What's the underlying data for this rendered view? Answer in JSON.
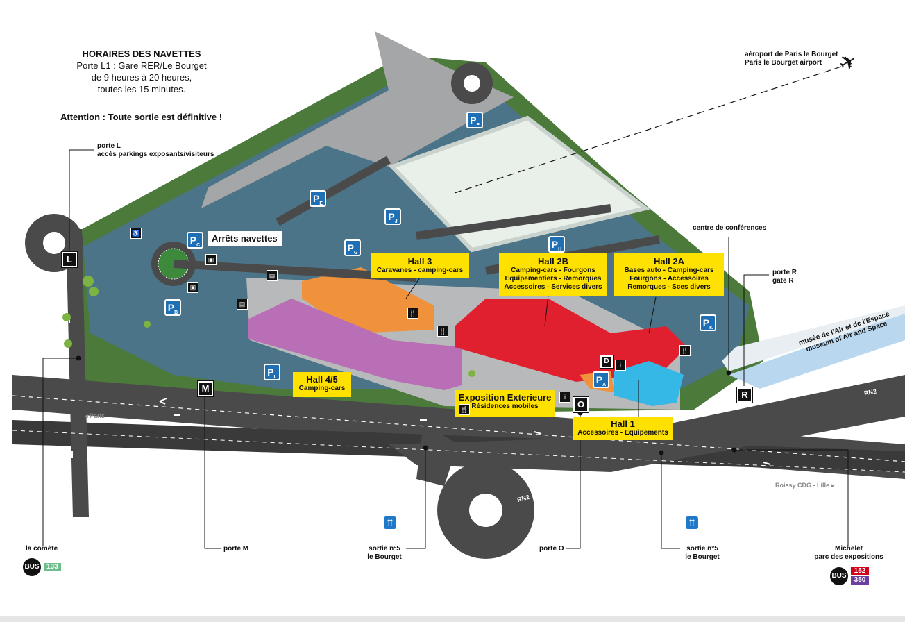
{
  "schedule": {
    "title": "HORAIRES DES NAVETTES",
    "line1": "Porte L1 : Gare RER/Le Bourget",
    "line2": "de 9 heures à 20 heures,",
    "line3": "toutes les 15 minutes."
  },
  "warning": "Attention : Toute sortie est définitive !",
  "airport": {
    "line1": "aéroport de Paris le Bourget",
    "line2": "Paris le Bourget airport",
    "icon": "airplane-icon"
  },
  "porte_l": {
    "line1": "porte L",
    "line2": "accès parkings exposants/visiteurs",
    "badge": "L"
  },
  "shuttle_stop": "Arrêts navettes",
  "conference": "centre de conférences",
  "porte_r": {
    "line1": "porte R",
    "line2": "gate R",
    "badge": "R"
  },
  "museum": {
    "line1": "musée de l'Air et de l'Espace",
    "line2": "museum of Air and Space"
  },
  "halls": {
    "hall3": {
      "title": "Hall 3",
      "sub1": "Caravanes - camping-cars"
    },
    "hall2b": {
      "title": "Hall 2B",
      "sub1": "Camping-cars - Fourgons",
      "sub2": "Equipementiers - Remorques",
      "sub3": "Accessoires - Services divers"
    },
    "hall2a": {
      "title": "Hall 2A",
      "sub1": "Bases auto - Camping-cars",
      "sub2": "Fourgons - Accessoires",
      "sub3": "Remorques - Sces divers"
    },
    "hall45": {
      "title": "Hall 4/5",
      "sub1": "Camping-cars"
    },
    "expo": {
      "title": "Exposition Exterieure",
      "sub1": "Résidences mobiles"
    },
    "hall1": {
      "title": "Hall 1",
      "sub1": "Accessoires - Equipements"
    }
  },
  "parkings": [
    "F",
    "E",
    "J",
    "G",
    "H",
    "C",
    "B",
    "K",
    "L",
    "A"
  ],
  "parking_letter": "P",
  "gates": {
    "m": "M",
    "o": "O",
    "d": "D"
  },
  "roads": {
    "rn2_a": "RN2",
    "rn2_b": "RN2",
    "paris": "Paris",
    "roissy": "Roissy CDG - Lille"
  },
  "bottom": {
    "comete": {
      "label": "la comète",
      "bus": "BUS",
      "line": "133"
    },
    "porte_m": "porte M",
    "sortie5a": {
      "line1": "sortie n°5",
      "line2": "le Bourget"
    },
    "porte_o": "porte O",
    "sortie5b": {
      "line1": "sortie n°5",
      "line2": "le Bourget"
    },
    "michelet": {
      "line1": "Michelet",
      "line2": "parc des expositions",
      "bus": "BUS",
      "line_a": "152",
      "line_b": "350"
    }
  },
  "colors": {
    "parking": "#4b7488",
    "road": "#4a4a4a",
    "hall3": "#f0923c",
    "hall45": "#b96fb5",
    "hall2": "#e0202e",
    "hall1": "#35b8e6",
    "label": "#ffe100",
    "grass": "#3a8a3a",
    "bus133": "#6cbf8a",
    "bus152": "#d0021b",
    "bus350": "#6b3fa0"
  }
}
